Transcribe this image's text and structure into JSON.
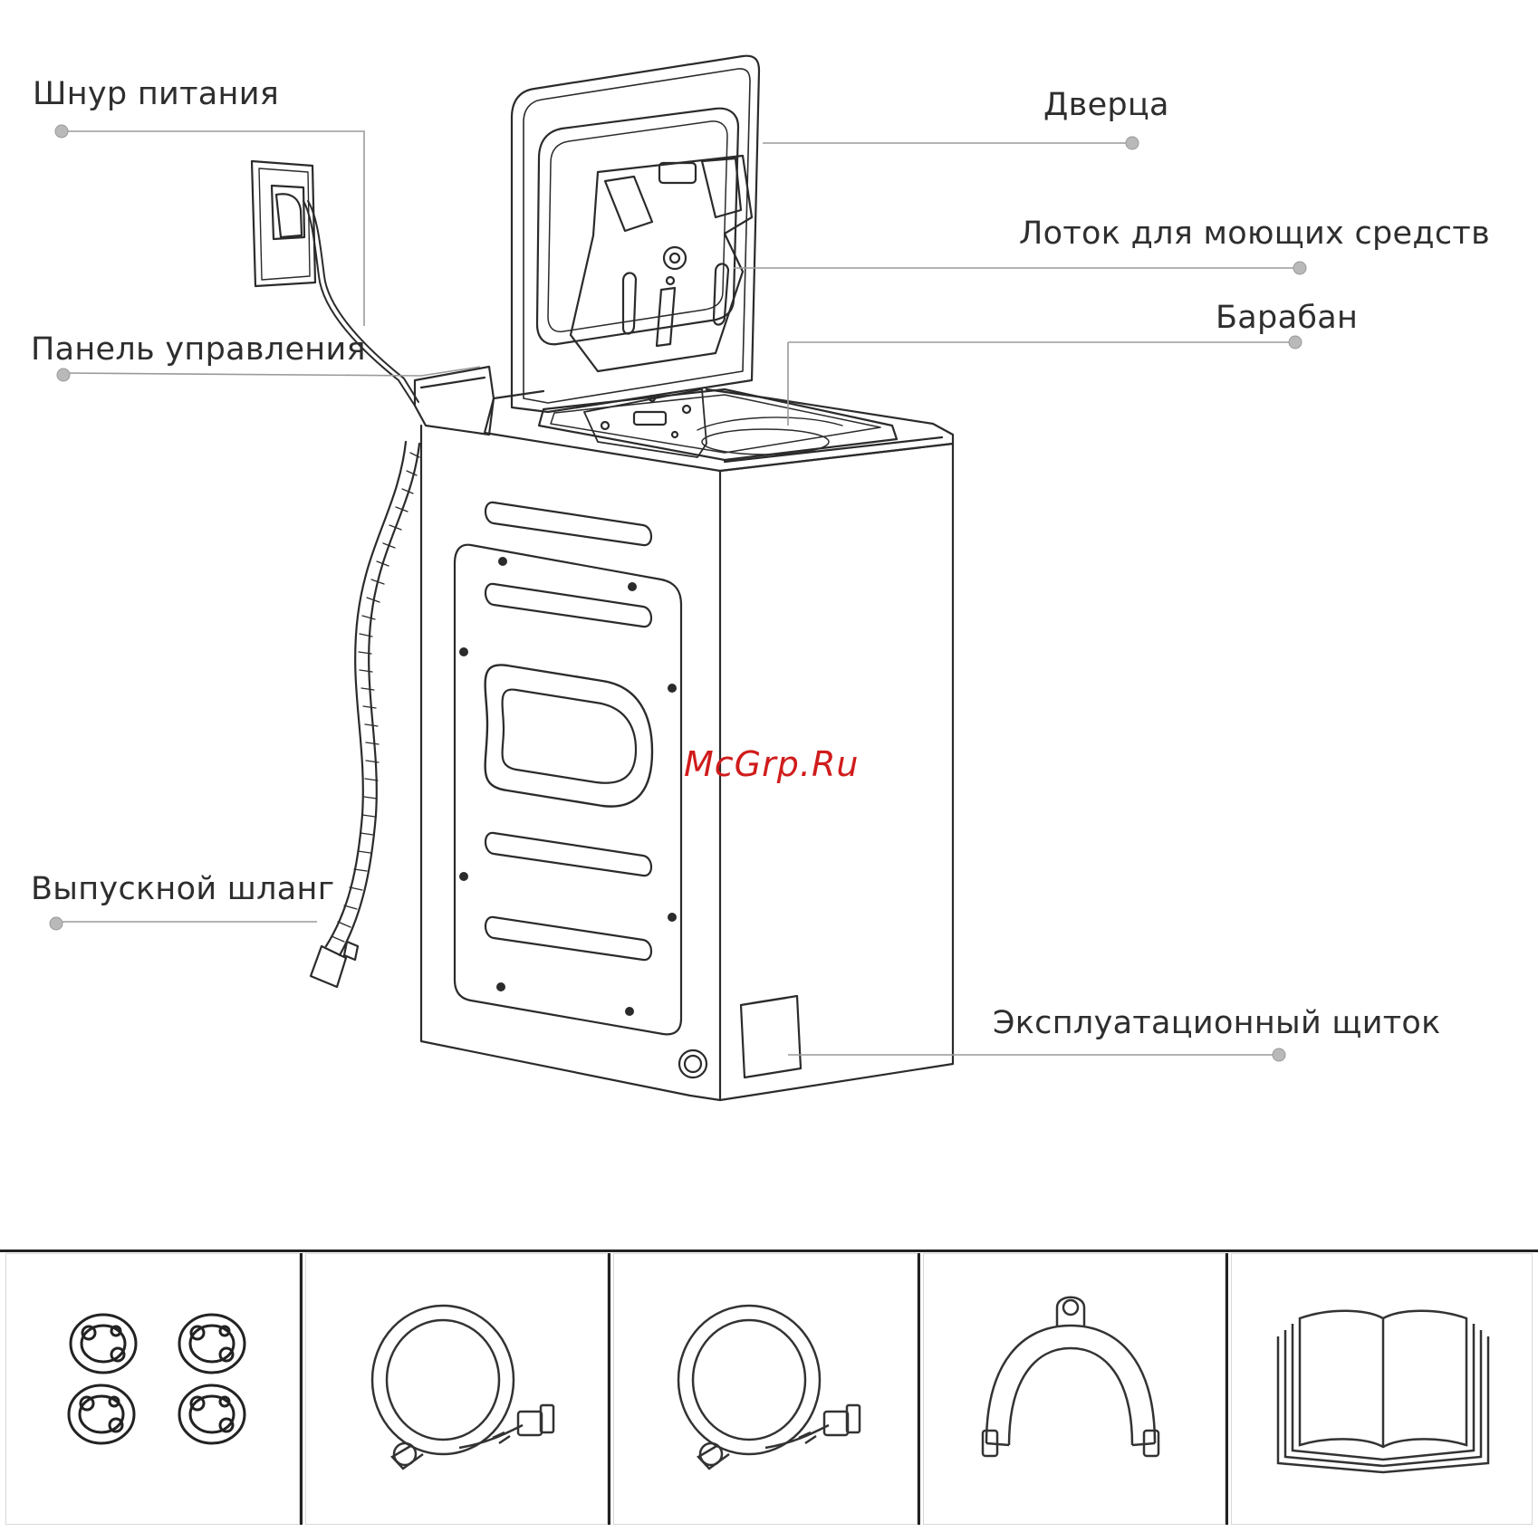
{
  "labels": {
    "power_cord": "Шнур питания",
    "control_panel": "Панель управления",
    "drain_hose": "Выпускной шланг",
    "door": "Дверца",
    "detergent_tray": "Лоток для моющих средств",
    "drum": "Барабан",
    "service_panel": "Эксплуатационный щиток"
  },
  "watermark": "McGrp.Ru",
  "accessories": [
    {
      "icon": "foot-pads-icon"
    },
    {
      "icon": "inlet-hose-icon"
    },
    {
      "icon": "inlet-hose-icon"
    },
    {
      "icon": "hose-holder-icon"
    },
    {
      "icon": "manual-book-icon"
    }
  ]
}
